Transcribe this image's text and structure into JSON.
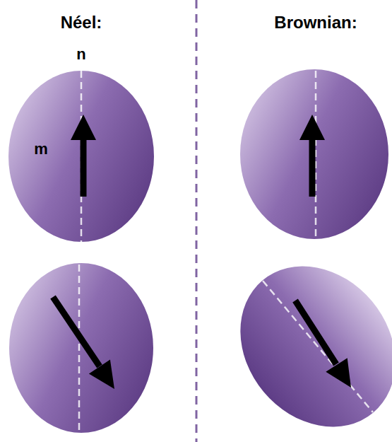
{
  "diagram": {
    "nodes": [
      {
        "text": [
          "n",
          "m"
        ]
      }
    ],
    "labels": [
      "Néel:",
      "Brownian:"
    ]
  }
}
